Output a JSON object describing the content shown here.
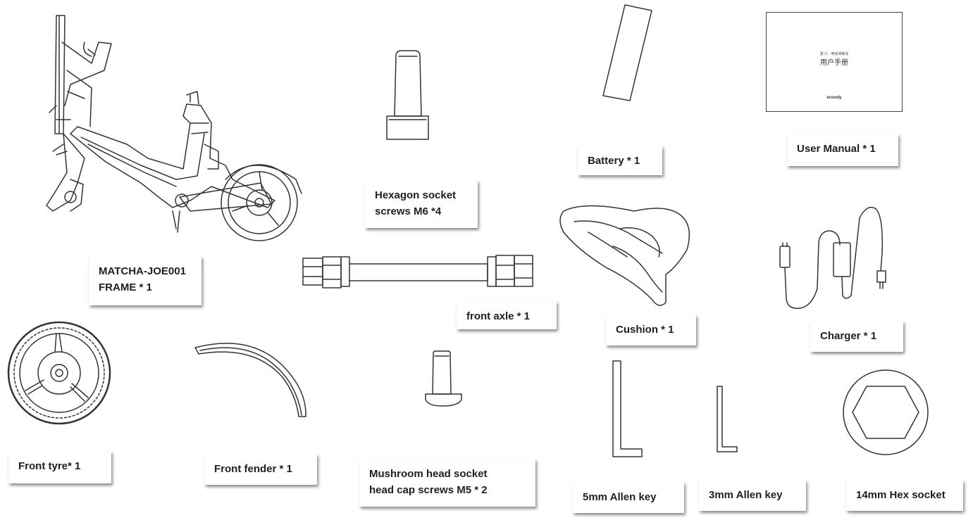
{
  "labels": {
    "frame_line1": "MATCHA-JOE001",
    "frame_line2": "FRAME * 1",
    "hex_screws_line1": "Hexagon socket",
    "hex_screws_line2": "screws M6 *4",
    "battery": "Battery * 1",
    "user_manual": "User Manual * 1",
    "front_axle": "front axle * 1",
    "cushion": "Cushion * 1",
    "charger": "Charger * 1",
    "front_tyre": "Front tyre* 1",
    "front_fender": "Front fender * 1",
    "mushroom_line1": "Mushroom head socket",
    "mushroom_line2": "head cap screws M5 * 2",
    "allen_5mm": "5mm Allen key",
    "allen_3mm": "3mm Allen key",
    "hex_socket": "14mm Hex socket"
  },
  "manual_cover": {
    "subtitle": "波·小 · 电动滑板车",
    "title": "用户手册",
    "brand": "ecoody"
  },
  "icons": [
    "scooter-frame-drawing",
    "hex-screw-drawing",
    "battery-drawing",
    "user-manual-drawing",
    "front-axle-drawing",
    "cushion-drawing",
    "charger-drawing",
    "front-tyre-drawing",
    "front-fender-drawing",
    "mushroom-screw-drawing",
    "allen-key-5mm-drawing",
    "allen-key-3mm-drawing",
    "hex-socket-drawing"
  ]
}
